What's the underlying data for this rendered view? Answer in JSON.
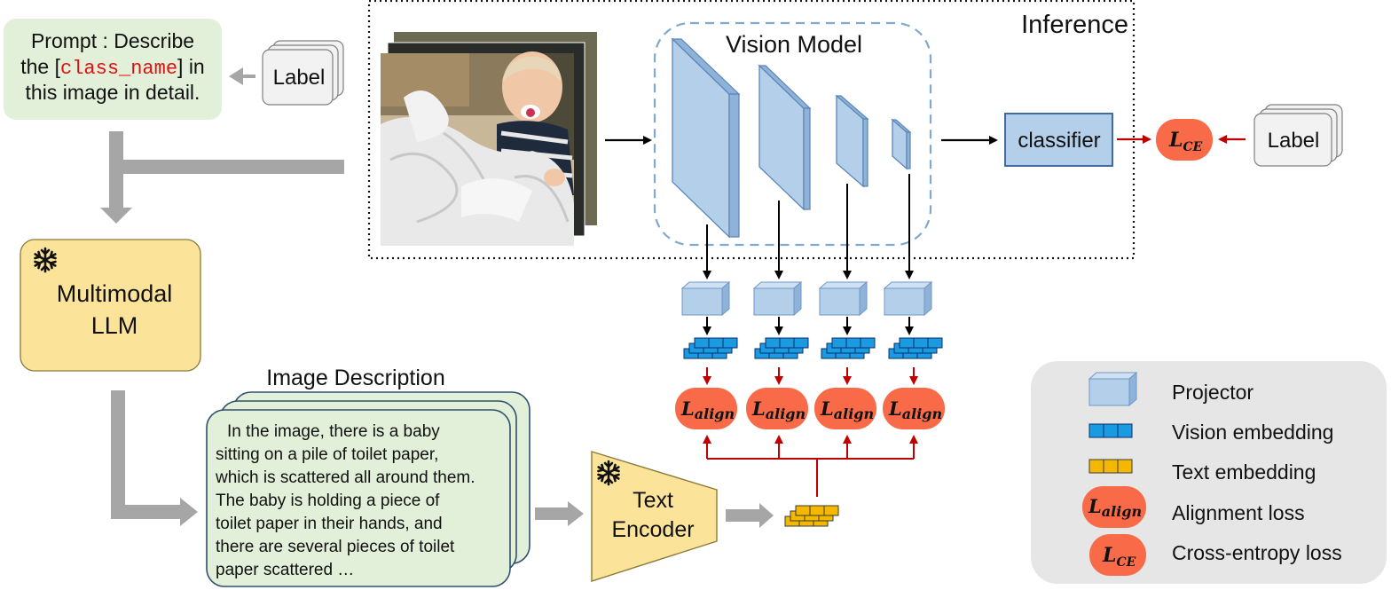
{
  "prompt": {
    "line1": "Prompt : Describe",
    "line2_pre": "the [",
    "class_name": "class_name",
    "line2_post": "] in",
    "line3": "this image in detail."
  },
  "label_top": "Label",
  "label_right": "Label",
  "inference": "Inference",
  "vision_model": "Vision Model",
  "classifier": "classifier",
  "loss_ce": {
    "main": "L",
    "sub": "CE"
  },
  "loss_align": {
    "main": "L",
    "sub": "align"
  },
  "llm": {
    "line1": "Multimodal",
    "line2": "LLM"
  },
  "image_description_title": "Image Description",
  "description_lines": [
    "In the image, there is a baby",
    "sitting on a pile of toilet paper,",
    "which is scattered all around them.",
    "The baby is holding a piece of",
    "toilet paper in their hands, and",
    "there are several pieces of toilet",
    "paper scattered …"
  ],
  "text_encoder": {
    "line1": "Text",
    "line2": "Encoder"
  },
  "legend": {
    "projector": "Projector",
    "vision_embedding": "Vision embedding",
    "text_embedding": "Text embedding",
    "alignment_loss": "Alignment loss",
    "cross_entropy_loss": "Cross-entropy loss"
  },
  "colors": {
    "projector_fill": "#b4cfea",
    "vision_embed": "#1a9ae0",
    "text_embed": "#f5b800",
    "loss": "#f96b48",
    "red_arrow": "#c00000",
    "gray_arrow": "#a6a6a6",
    "llm_fill": "#fbe499",
    "prompt_bg": "#e2f0d9",
    "class_name_color": "#e01010",
    "legend_bg": "#e6e6e6"
  },
  "icons": [
    "snowflake-icon",
    "baby-photo-stack"
  ]
}
